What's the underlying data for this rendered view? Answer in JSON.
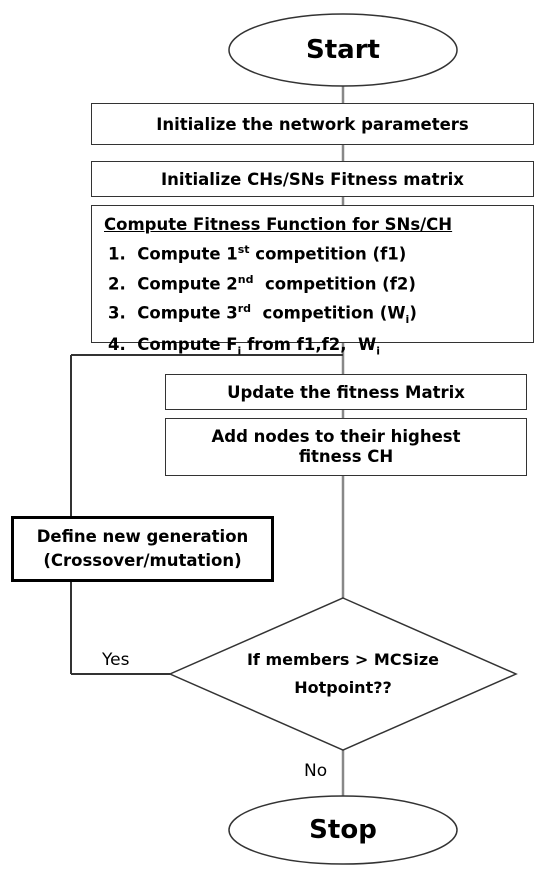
{
  "start": "Start",
  "init_params": "Initialize the network parameters",
  "init_matrix": "Initialize CHs/SNs Fitness matrix",
  "compute": {
    "title": "Compute Fitness Function for SNs/CH",
    "steps": [
      {
        "num": "1.",
        "pre": "Compute 1",
        "sup": "st",
        "post": " competition (f1)"
      },
      {
        "num": "2.",
        "pre": "Compute 2",
        "sup": "nd",
        "post": "  competition (f2)"
      },
      {
        "num": "3.",
        "pre": "Compute 3",
        "sup": "rd",
        "post": "  competition (W",
        "sub": "i",
        "tail": ")"
      },
      {
        "num": "4.",
        "pre": "Compute F",
        "sub": "i",
        "post": " from f1,f2,  W",
        "sub2": "i"
      }
    ]
  },
  "update": "Update the fitness Matrix",
  "add_nodes": {
    "line1": "Add nodes to their highest",
    "line2": "fitness CH"
  },
  "define": {
    "line1": "Define new generation",
    "line2": "(Crossover/mutation)"
  },
  "decision": {
    "line1": "If members > MCSize",
    "line2": "Hotpoint??"
  },
  "yes_label": "Yes",
  "no_label": "No",
  "stop": "Stop"
}
